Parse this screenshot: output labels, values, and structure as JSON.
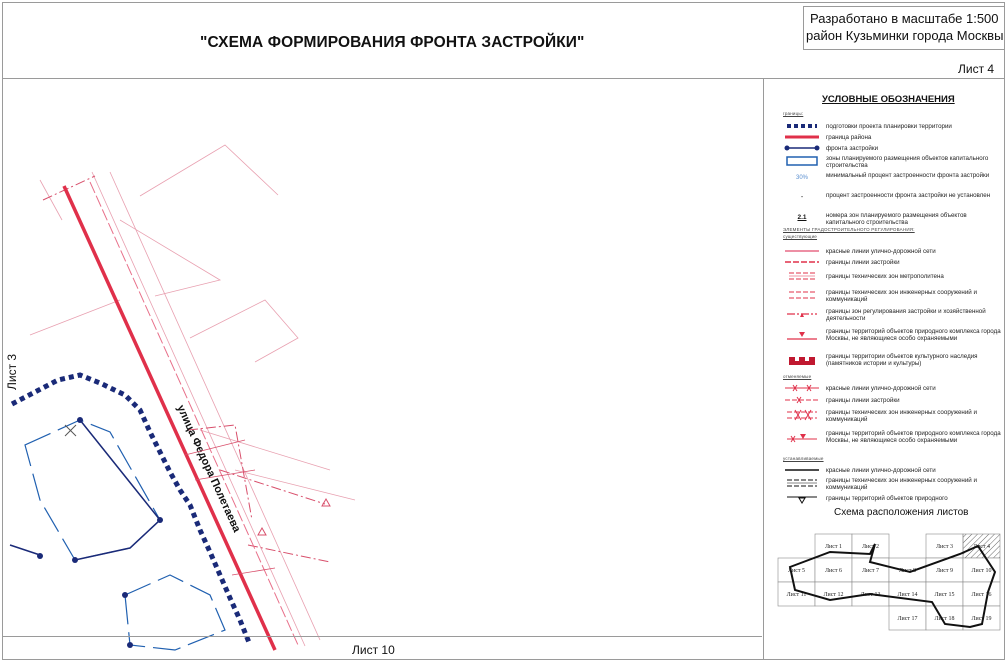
{
  "header": {
    "title": "\"СХЕМА ФОРМИРОВАНИЯ ФРОНТА ЗАСТРОЙКИ\"",
    "developed_line1": "Разработано в масштабе 1:500",
    "developed_line2": "район Кузьминки города Москвы",
    "sheet_number": "Лист 4"
  },
  "map": {
    "street_name": "улица Федора Полетаева",
    "left_sheet_label": "Лист 3",
    "bottom_sheet_label": "Лист 10",
    "colors": {
      "district_border": "#e0304a",
      "frontage": "#1a2a78",
      "red_lines": "#e76a86",
      "zone_blue": "#2060b0"
    }
  },
  "legend": {
    "title": "УСЛОВНЫЕ ОБОЗНАЧЕНИЯ",
    "group_borders": "границы:",
    "items_a": [
      {
        "icon": "dotted-border",
        "text": "подготовки проекта планировки территории"
      },
      {
        "icon": "district-border",
        "text": "границa района"
      },
      {
        "icon": "frontage-line",
        "text": "фронта застройки"
      },
      {
        "icon": "zone-rect",
        "text": "зоны планируемого размещения объектов капитального строительства"
      },
      {
        "icon": "percent",
        "symbol": "30%",
        "text": "минимальный процент застроенности фронта застройки"
      },
      {
        "icon": "dash",
        "symbol": "-",
        "text": "процент застроенности фронта застройки не установлен"
      },
      {
        "icon": "zone-number",
        "symbol": "2.1",
        "text": "номера зон планируемого размещения объектов капитального строительства"
      }
    ],
    "group_regulation": "ЭЛЕМЕНТЫ ГРАДОСТРОИТЕЛЬНОГО РЕГУЛИРОВАНИЯ:",
    "group_existing": "существующие",
    "items_b": [
      {
        "icon": "red-line",
        "text": "красные линии улично-дорожной сети"
      },
      {
        "icon": "build-line",
        "text": "границы линии застройки"
      },
      {
        "icon": "metro-zone",
        "text": "границы технических зон метрополитена"
      },
      {
        "icon": "eng-zone",
        "text": "границы технических зон инженерных сооружений и коммуникаций"
      },
      {
        "icon": "reg-zone",
        "text": "границы зон регулирования застройки и хозяйственной деятельности"
      },
      {
        "icon": "nature",
        "text": "границы территорий объектов природного комплекса города Москвы, не являющиеся особо охраняемыми"
      },
      {
        "icon": "heritage",
        "text": "границы территории объектов культурного наследия (памятников истории и культуры)"
      }
    ],
    "group_cancelled": "отменяемые",
    "items_c": [
      {
        "icon": "x-red-line",
        "text": "красные линии улично-дорожной сети"
      },
      {
        "icon": "x-build-line",
        "text": "границы линии застройки"
      },
      {
        "icon": "x-eng-zone",
        "text": "границы технических зон инженерных сооружений и коммуникаций"
      },
      {
        "icon": "x-nature",
        "text": "границы территорий объектов природного комплекса города Москвы, не являющиеся особо охраняемыми"
      }
    ],
    "group_established": "устанавливаемые",
    "items_d": [
      {
        "icon": "black-line",
        "text": "красные линии улично-дорожной сети"
      },
      {
        "icon": "black-eng",
        "text": "границы технических зон инженерных сооружений и коммуникаций"
      },
      {
        "icon": "black-nature",
        "text": "границы территорий объектов природного"
      }
    ]
  },
  "sheet_scheme": {
    "title": "Схема расположения листов",
    "rows": [
      [
        "",
        "Лист 1",
        "Лист 2",
        "",
        "Лист 3",
        "Лист 4"
      ],
      [
        "Лист 5",
        "Лист 6",
        "Лист 7",
        "Лист 8",
        "Лист 9",
        "Лист 10"
      ],
      [
        "Лист 11",
        "Лист 12",
        "Лист 13",
        "Лист 14",
        "Лист 15",
        "Лист 16"
      ],
      [
        "",
        "",
        "",
        "Лист 17",
        "Лист 18",
        "Лист 19"
      ]
    ],
    "highlighted": "Лист 4"
  }
}
